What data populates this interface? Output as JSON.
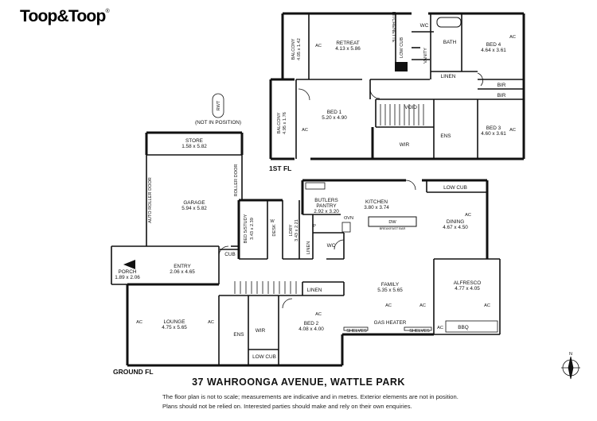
{
  "brand": {
    "logo_text": "Toop&Toop",
    "reg_mark": "®"
  },
  "title": "37 WAHROONGA AVENUE, WATTLE PARK",
  "disclaimer": [
    "The floor plan is not to scale; measurements are indicative and in metres. Exterior elements are not in position.",
    "Plans should not be relied on. Interested parties should make and rely on their own enquiries."
  ],
  "floors": {
    "first": "1ST FL",
    "ground": "GROUND FL"
  },
  "compass": "N",
  "rooms": {
    "retreat": {
      "name": "RETREAT",
      "size": "4.13 x 5.86"
    },
    "bath": {
      "name": "BATH"
    },
    "wc_upper": {
      "name": "WC"
    },
    "bed4": {
      "name": "BED 4",
      "size": "4.64 x 3.61"
    },
    "balcony_top": {
      "name": "BALCONY",
      "size": "4.05 x 1.42"
    },
    "balcony_mid": {
      "name": "BALCONY",
      "size": "4.95 x 1.76"
    },
    "kitchenette": {
      "name": "KITCHENETTE"
    },
    "low_cub_upper": {
      "name": "LOW CUB"
    },
    "vanity": {
      "name": "VANITY"
    },
    "linen_upper": {
      "name": "LINEN"
    },
    "bir_a": {
      "name": "BIR"
    },
    "bir_b": {
      "name": "BIR"
    },
    "bed1": {
      "name": "BED 1",
      "size": "5.20 x 4.90"
    },
    "void": {
      "name": "VOID"
    },
    "wir_upper": {
      "name": "WIR"
    },
    "ens_upper": {
      "name": "ENS"
    },
    "bed3": {
      "name": "BED 3",
      "size": "4.60 x 3.61"
    },
    "store": {
      "name": "STORE",
      "size": "1.58 x 5.82"
    },
    "garage": {
      "name": "GARAGE",
      "size": "5.94 x 5.82"
    },
    "bed5": {
      "name": "BED 5/STUDY",
      "size": "3.43 x 2.39"
    },
    "desk": {
      "name": "DESK"
    },
    "butlers": {
      "name": "BUTLERS",
      "name2": "PANTRY",
      "size": "2.92 x 3.20"
    },
    "kitchen": {
      "name": "KITCHEN",
      "size": "3.80 x 3.74"
    },
    "low_cub_dining": {
      "name": "LOW CUB"
    },
    "dining": {
      "name": "DINING",
      "size": "4.67 x 4.50"
    },
    "ldry": {
      "name": "LDRY",
      "size": "3.43 x 2.21"
    },
    "linen_ldry": {
      "name": "LINEN"
    },
    "wc_ground": {
      "name": "WC"
    },
    "cub": {
      "name": "CUB"
    },
    "entry": {
      "name": "ENTRY",
      "size": "2.06 x 4.65"
    },
    "porch": {
      "name": "PORCH",
      "size": "1.89 x 2.06"
    },
    "lounge": {
      "name": "LOUNGE",
      "size": "4.75 x 5.65"
    },
    "ens_ground": {
      "name": "ENS"
    },
    "wir_ground": {
      "name": "WIR"
    },
    "low_cub_ground": {
      "name": "LOW CUB"
    },
    "bed2": {
      "name": "BED 2",
      "size": "4.08 x 4.00"
    },
    "linen_hall": {
      "name": "LINEN"
    },
    "family": {
      "name": "FAMILY",
      "size": "5.35 x 5.65"
    },
    "alfresco": {
      "name": "ALFRESCO",
      "size": "4.77 x 4.05"
    }
  },
  "labels": {
    "rwt": "RWT",
    "not_in_position": "(NOT IN POSITION)",
    "auto_roller_door": "AUTO ROLLER DOOR",
    "roller_door": "ROLLER DOOR",
    "gas_heater": "GAS HEATER",
    "shelves": "SHELVES",
    "breakfast_bar": "BREAKFAST BAR",
    "dw": "DW",
    "ovn": "OVN",
    "bbq": "BBQ",
    "ac": "AC",
    "w": "W",
    "p": "P"
  }
}
